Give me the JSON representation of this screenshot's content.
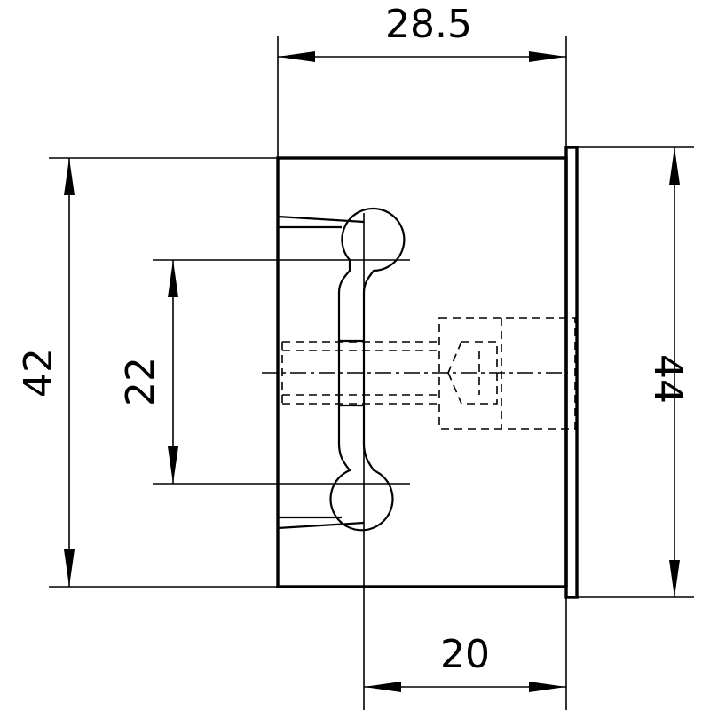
{
  "dimensions": {
    "top_width": "28.5",
    "left_height": "42",
    "pitch": "22",
    "right_height": "44",
    "bottom_width": "20"
  }
}
